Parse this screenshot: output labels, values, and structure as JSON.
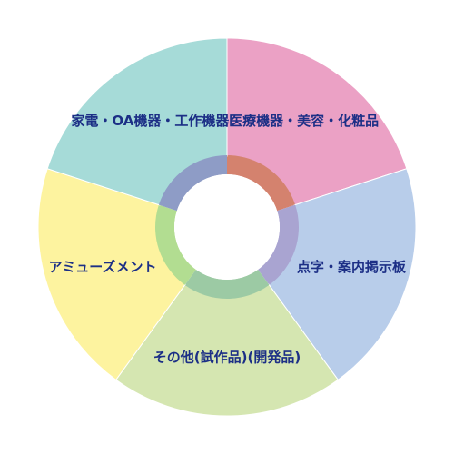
{
  "chart_data": {
    "type": "pie",
    "categories": [
      "医療機器・美容・化粧品",
      "点字・案内掲示板",
      "その他(試作品)(開発品)",
      "アミューズメント",
      "家電・OA機器・工作機器"
    ],
    "values": [
      1,
      1,
      1,
      1,
      1
    ],
    "colors": [
      "#eba1c5",
      "#b8cdea",
      "#d5e6b1",
      "#fdf39f",
      "#a6dbd8"
    ],
    "ring_colors": [
      "#d4826e",
      "#a9a4d1",
      "#9ccaa4",
      "#b2dd91",
      "#8e9cc6"
    ]
  }
}
